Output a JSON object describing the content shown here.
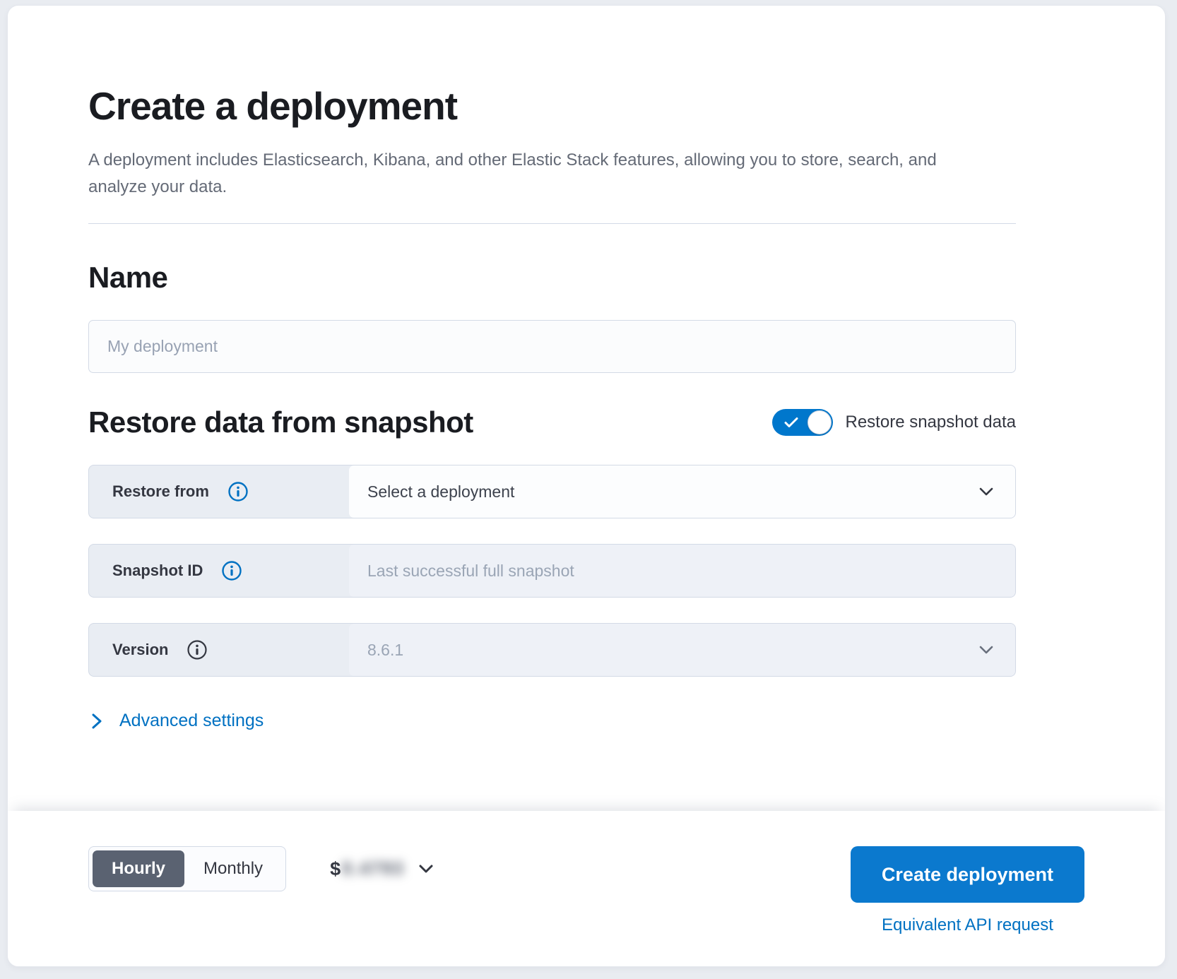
{
  "colors": {
    "primary_blue": "#0b79ce",
    "link_blue": "#0071c2",
    "toggle_blue": "#0077cc",
    "segment_selected": "#5a6271"
  },
  "header": {
    "title": "Create a deployment",
    "subtitle": "A deployment includes Elasticsearch, Kibana, and other Elastic Stack features, allowing you to store, search, and analyze your data."
  },
  "name_section": {
    "heading": "Name",
    "input_value": "",
    "input_placeholder": "My deployment"
  },
  "snapshot_section": {
    "heading": "Restore data from snapshot",
    "toggle": {
      "label": "Restore snapshot data",
      "state": "on"
    },
    "rows": [
      {
        "label": "Restore from",
        "control": "select",
        "value": "Select a deployment",
        "disabled": false
      },
      {
        "label": "Snapshot ID",
        "control": "input",
        "value": "",
        "placeholder": "Last successful full snapshot",
        "disabled": true
      },
      {
        "label": "Version",
        "control": "select",
        "value": "8.6.1",
        "disabled": true
      }
    ]
  },
  "advanced_settings": {
    "label": "Advanced settings"
  },
  "footer": {
    "billing_period": {
      "options": [
        "Hourly",
        "Monthly"
      ],
      "selected": "Hourly"
    },
    "price": {
      "currency": "$",
      "amount": "0.4793",
      "amount_blurred": true
    },
    "create_button_label": "Create deployment",
    "api_link_label": "Equivalent API request"
  }
}
